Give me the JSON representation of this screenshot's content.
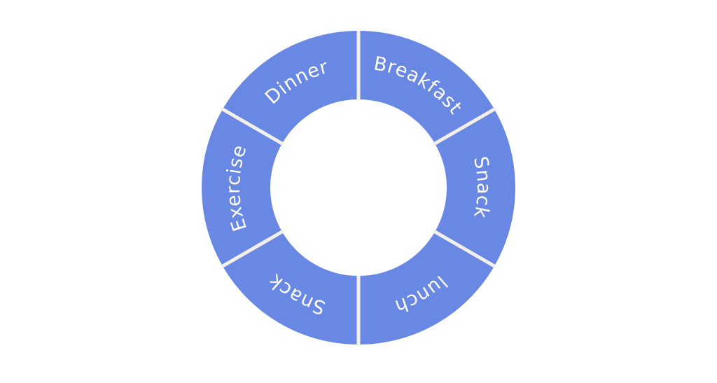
{
  "diagram": {
    "type": "cycle",
    "segments": [
      {
        "label": "Breakfast"
      },
      {
        "label": "Snack"
      },
      {
        "label": "lunch"
      },
      {
        "label": "Snack"
      },
      {
        "label": "Exercise"
      },
      {
        "label": "Dinner"
      }
    ]
  },
  "colors": {
    "segment_fill": "#6888e4",
    "separator": "#f3efe9",
    "label": "#ffffff",
    "background": "#ffffff"
  }
}
